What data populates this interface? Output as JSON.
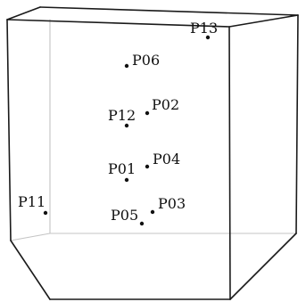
{
  "points": [
    {
      "id": "P13",
      "label": "P13"
    },
    {
      "id": "P06",
      "label": "P06"
    },
    {
      "id": "P12",
      "label": "P12"
    },
    {
      "id": "P02",
      "label": "P02"
    },
    {
      "id": "P01",
      "label": "P01"
    },
    {
      "id": "P04",
      "label": "P04"
    },
    {
      "id": "P11",
      "label": "P11"
    },
    {
      "id": "P05",
      "label": "P05"
    },
    {
      "id": "P03",
      "label": "P03"
    }
  ],
  "colors": {
    "front_edge": "#1a1a1a",
    "back_edge": "#c4c4c4",
    "point": "#111111",
    "background": "#ffffff"
  }
}
